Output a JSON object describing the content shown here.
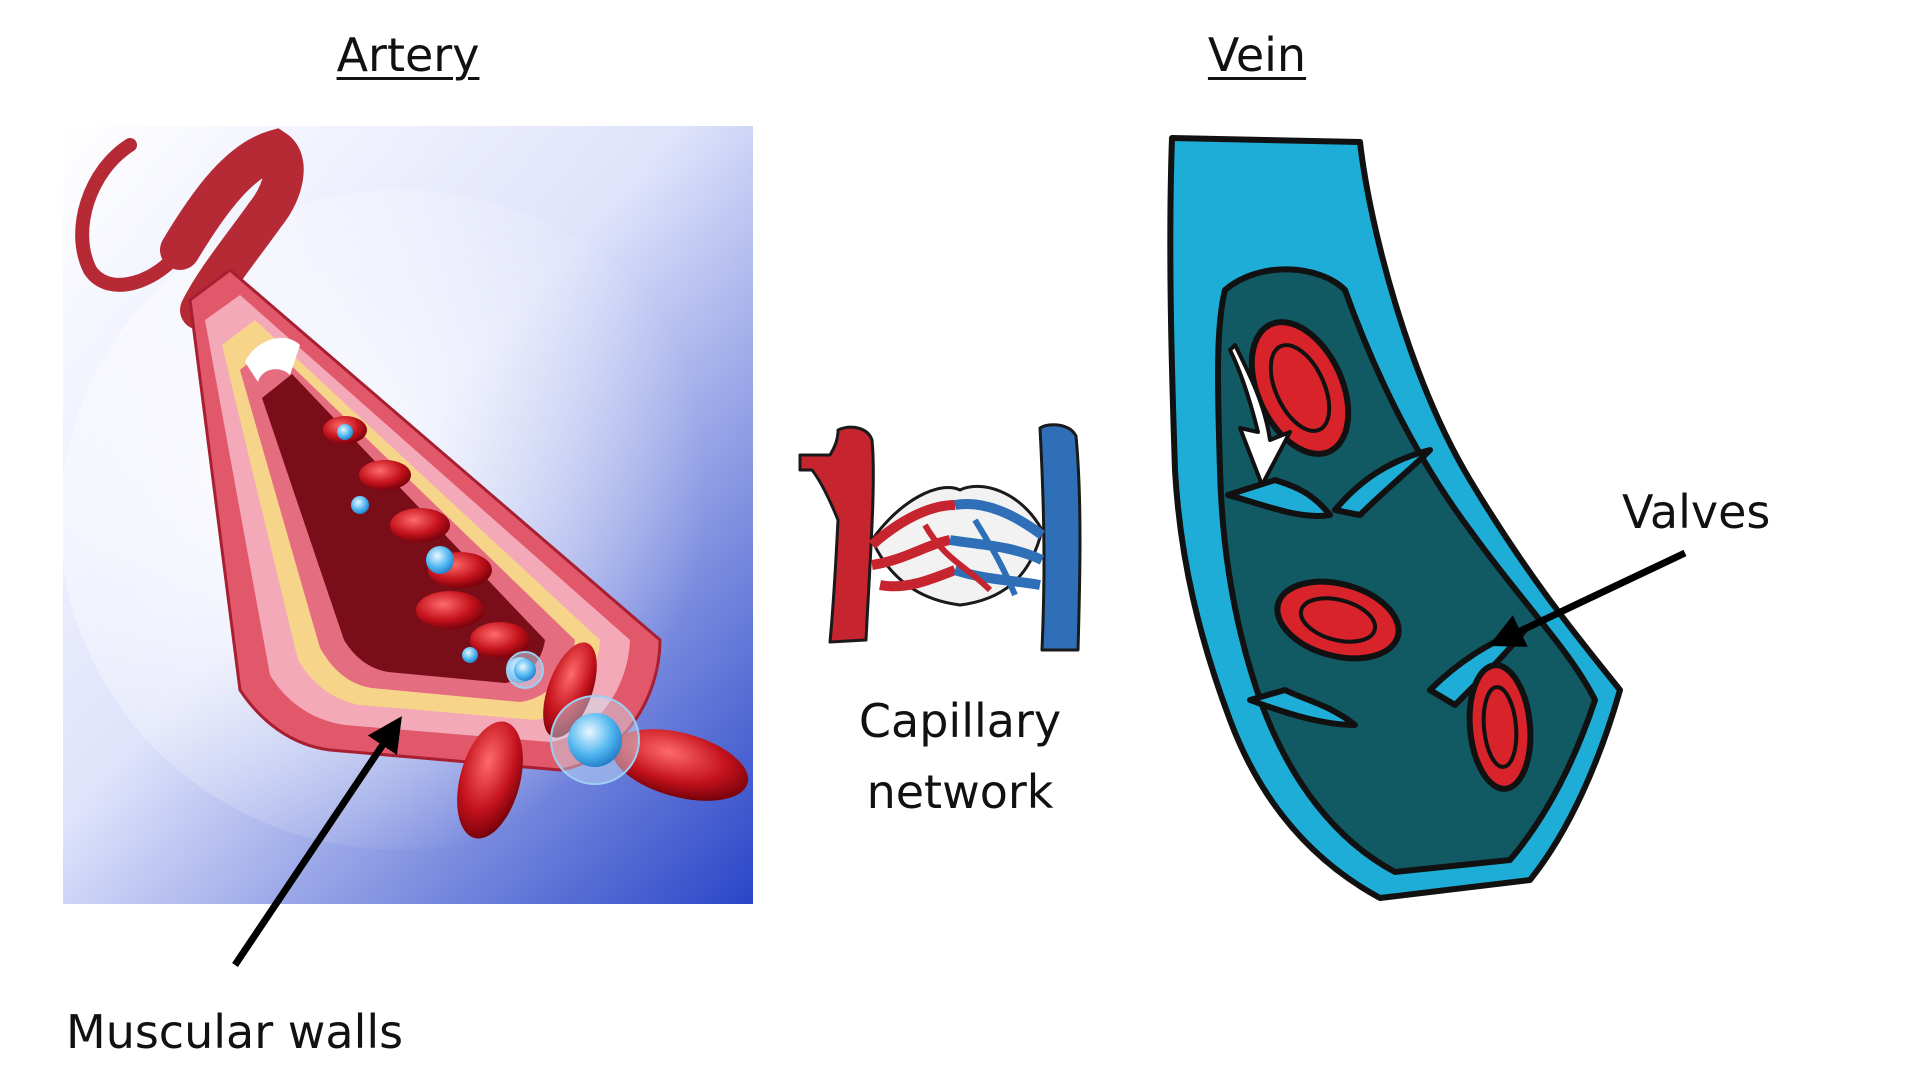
{
  "titles": {
    "artery": "Artery",
    "vein": "Vein"
  },
  "labels": {
    "capillary_line1": "Capillary",
    "capillary_line2": "network",
    "muscular_walls": "Muscular walls",
    "valves": "Valves"
  },
  "colors": {
    "artery_red": "#c0232c",
    "blood_cell": "#d8232a",
    "vein_blue_light": "#1eadd6",
    "vein_blue_dark": "#115a64",
    "capillary_blue": "#2e6fb7",
    "artery_bg_top": "#ffffff",
    "artery_bg_bottom": "#2a46c8"
  }
}
